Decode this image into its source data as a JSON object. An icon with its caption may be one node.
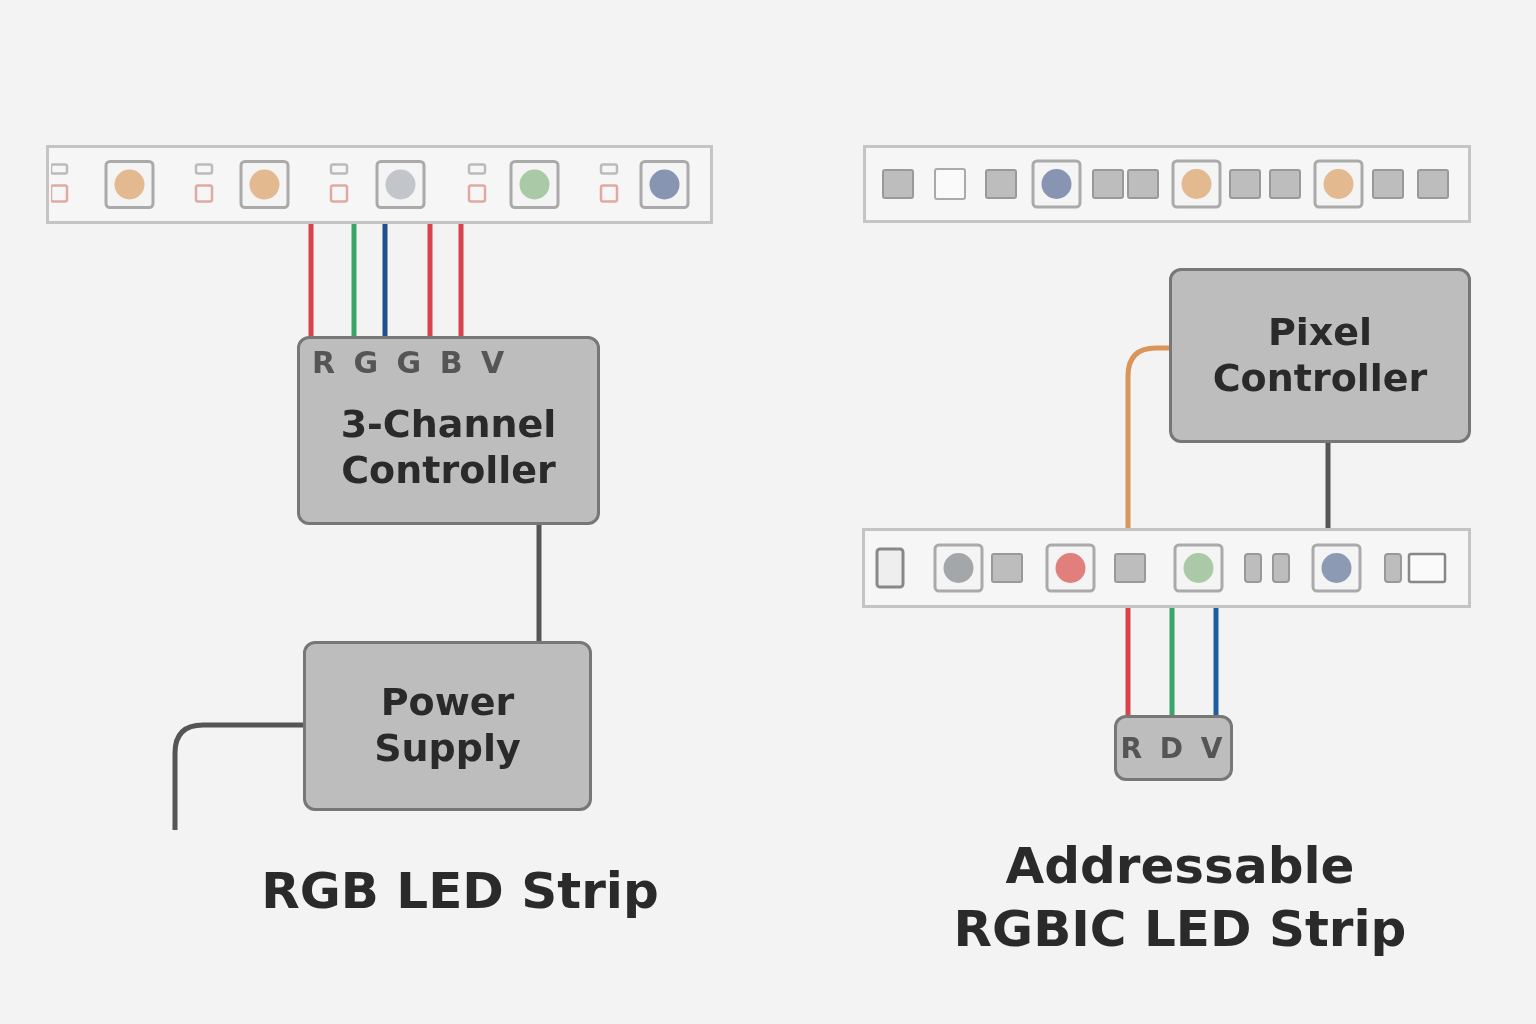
{
  "diagram": {
    "nodes": [
      {
        "text": [],
        "shape": "bar"
      },
      {
        "text": [
          "R G G B V",
          "3-Channel Controller"
        ]
      },
      {
        "text": [
          "Power Supply"
        ]
      },
      {
        "text": [],
        "shape": "bar"
      },
      {
        "text": [
          "Pixel Controller"
        ]
      },
      {
        "text": [],
        "shape": "bar"
      },
      {
        "text": [
          "R D V"
        ]
      }
    ],
    "edges": [
      {
        "from": 0,
        "to": 1,
        "arrow": "none",
        "color": "#d9424a"
      },
      {
        "from": 0,
        "to": 1,
        "arrow": "none",
        "color": "#3aa56a"
      },
      {
        "from": 0,
        "to": 1,
        "arrow": "none",
        "color": "#1f4f8f"
      },
      {
        "from": 0,
        "to": 1,
        "arrow": "none",
        "color": "#d9424a"
      },
      {
        "from": 0,
        "to": 1,
        "arrow": "none",
        "color": "#d9424a"
      },
      {
        "from": 1,
        "to": 2,
        "arrow": "none",
        "color": "#555555"
      },
      {
        "from": 2,
        "to": null,
        "arrow": "none",
        "color": "#555555"
      },
      {
        "from": 4,
        "to": 5,
        "arrow": "none",
        "color": "#d9955a"
      },
      {
        "from": 4,
        "to": 5,
        "arrow": "none",
        "color": "#555555"
      },
      {
        "from": 5,
        "to": 6,
        "arrow": "none",
        "color": "#d9424a"
      },
      {
        "from": 5,
        "to": 6,
        "arrow": "none",
        "color": "#3aa56a"
      },
      {
        "from": 5,
        "to": 6,
        "arrow": "none",
        "color": "#1f5fa0"
      }
    ],
    "labels": [
      "RGB LED Strip",
      "Addressable RGBIC LED Strip"
    ]
  }
}
